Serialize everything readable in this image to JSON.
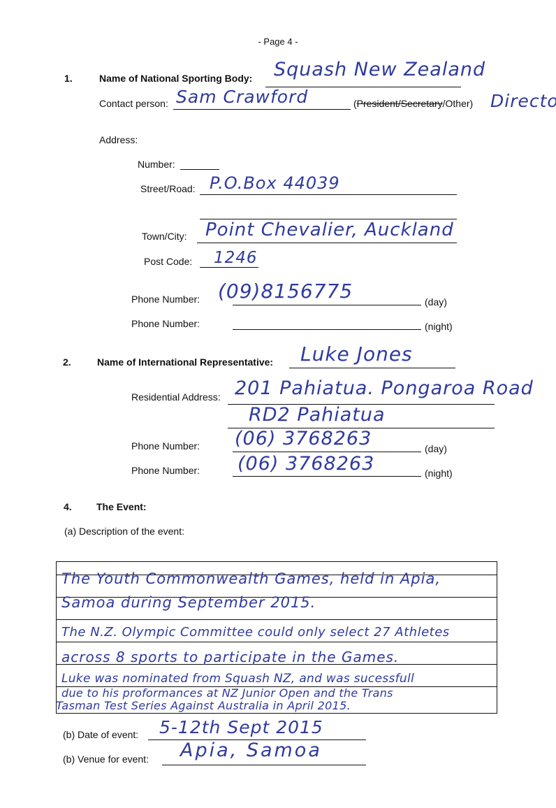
{
  "page_number": "- Page 4 -",
  "section1": {
    "number": "1.",
    "name_label": "Name of National Sporting Body:",
    "name_value": "Squash New Zealand",
    "contact_label": "Contact person:",
    "contact_value": "Sam Crawford",
    "role_open": "(",
    "role_president": "President",
    "role_slash": "/",
    "role_secretary": "Secretary",
    "role_other": "/Other)",
    "role_value": "Director",
    "address_label": "Address:",
    "number_label": "Number:",
    "street_label": "Street/Road:",
    "street_value": "P.O.Box 44039",
    "town_label": "Town/City:",
    "town_value": "Point Chevalier, Auckland",
    "post_label": "Post Code:",
    "post_value": "1246",
    "phone_label": "Phone Number:",
    "phone_day_value": "(09)8156775",
    "day_suffix": "(day)",
    "night_suffix": "(night)"
  },
  "section2": {
    "number": "2.",
    "rep_label": "Name of International Representative:",
    "rep_value": "Luke Jones",
    "res_label": "Residential Address:",
    "res_line1": "201 Pahiatua. Pongaroa Road",
    "res_line2": "RD2 Pahiatua",
    "phone_label": "Phone Number:",
    "phone_day_value": "(06) 3768263",
    "phone_night_value": "(06) 3768263",
    "day_suffix": "(day)",
    "night_suffix": "(night)"
  },
  "section4": {
    "number": "4.",
    "title": "The Event:",
    "desc_label": "(a)  Description of the event:",
    "desc_lines": [
      "The Youth Commonwealth Games, held in Apia,",
      "Samoa during September 2015.",
      "The N.Z. Olympic Committee could only select 27 Athletes",
      "across 8 sports to participate in the Games.",
      "Luke was nominated from Squash NZ, and was sucessfull",
      "due to his proformances at NZ Junior Open and the Trans",
      "Tasman Test Series Against Australia in April 2015."
    ],
    "date_label": "(b)  Date of event:",
    "date_value": "5-12th Sept 2015",
    "venue_label": "(b)  Venue for event:",
    "venue_value": "Apia, Samoa"
  }
}
